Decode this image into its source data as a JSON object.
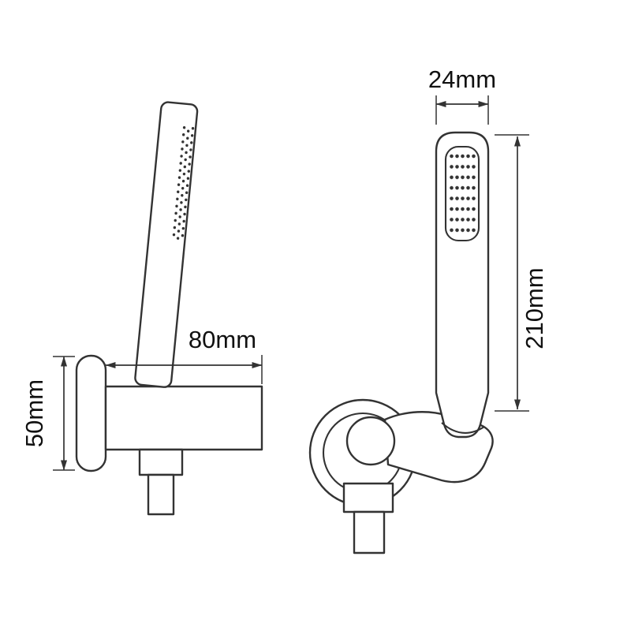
{
  "page": {
    "background": "#ffffff"
  },
  "diagram": {
    "line_color": "#333333",
    "text_color": "#111111",
    "labels": {
      "head_width": "24mm",
      "head_length": "210mm",
      "bracket_depth": "80mm",
      "bracket_height": "50mm"
    }
  }
}
